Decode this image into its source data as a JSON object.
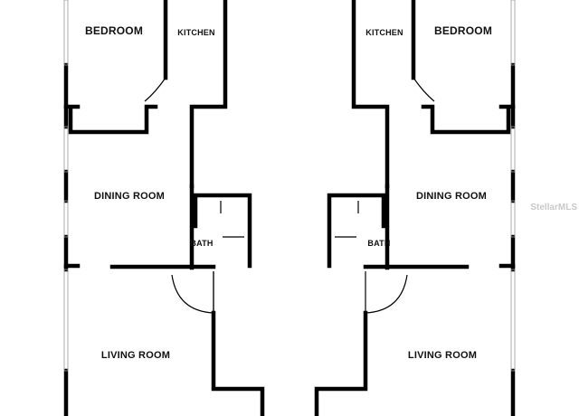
{
  "rooms": {
    "left_bedroom": "BEDROOM",
    "left_kitchen": "KITCHEN",
    "left_dining": "DINING ROOM",
    "left_bath": "BATH",
    "left_living": "LIVING ROOM",
    "right_bedroom": "BEDROOM",
    "right_kitchen": "KITCHEN",
    "right_dining": "DINING ROOM",
    "right_bath": "BATH",
    "right_living": "LIVING ROOM"
  },
  "watermark": "StellarMLS"
}
